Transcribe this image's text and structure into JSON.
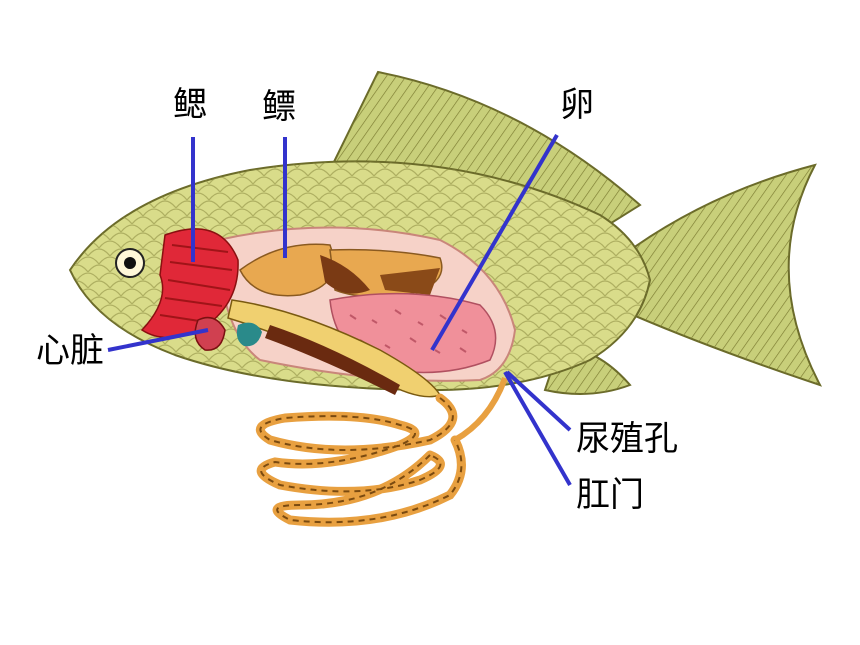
{
  "labels": {
    "gill": "鳃",
    "swim_bladder": "鳔",
    "egg": "卵",
    "heart": "心脏",
    "urogenital_pore": "尿殖孔",
    "anus": "肛门"
  },
  "colors": {
    "leader_line": "#3333cc",
    "body": "#d9dc8a",
    "fin": "#c8cf7a",
    "gill": "#e02838",
    "ovary": "#f0909a",
    "swim_bladder": "#e8a850",
    "intestine": "#e8a040"
  }
}
